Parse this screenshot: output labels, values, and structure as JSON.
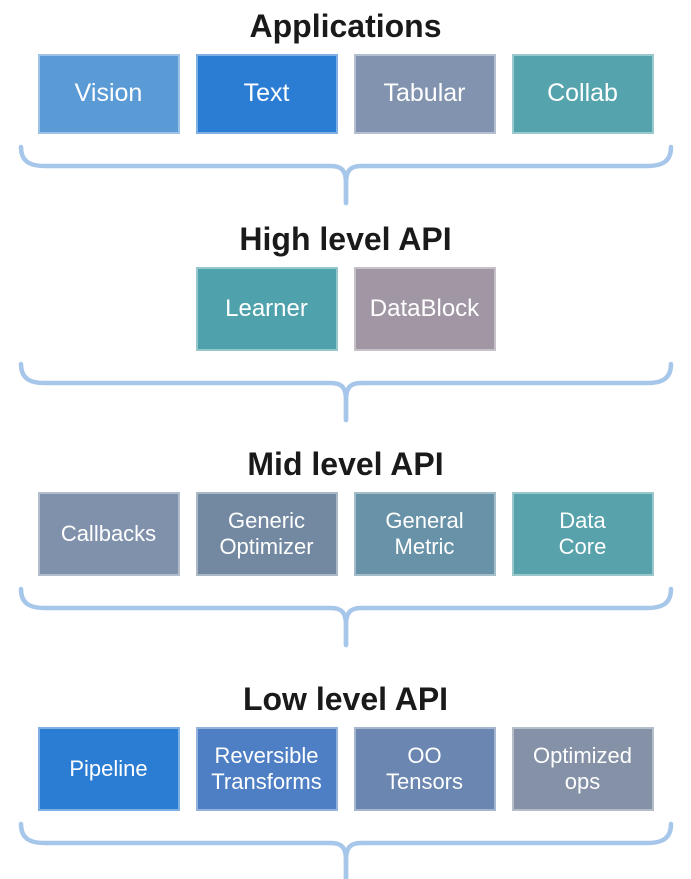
{
  "brace": {
    "color": "#A6C6EA"
  },
  "sections": [
    {
      "title": "Applications",
      "boxes": [
        {
          "label": "Vision",
          "color": "#5B9BD5"
        },
        {
          "label": "Text",
          "color": "#2B7CD3"
        },
        {
          "label": "Tabular",
          "color": "#8193AE"
        },
        {
          "label": "Collab",
          "color": "#55A3AC"
        }
      ]
    },
    {
      "title": "High level API",
      "boxes": [
        {
          "label": "Learner",
          "color": "#4FA2AB"
        },
        {
          "label": "DataBlock",
          "color": "#A096A4"
        }
      ]
    },
    {
      "title": "Mid level API",
      "boxes": [
        {
          "label": "Callbacks",
          "color": "#8091AC"
        },
        {
          "label": "Generic\nOptimizer",
          "color": "#7389A1"
        },
        {
          "label": "General\nMetric",
          "color": "#6892A7"
        },
        {
          "label": "Data\nCore",
          "color": "#57A2AB"
        }
      ]
    },
    {
      "title": "Low level API",
      "boxes": [
        {
          "label": "Pipeline",
          "color": "#2B7CD3"
        },
        {
          "label": "Reversible\nTransforms",
          "color": "#4E7FC4"
        },
        {
          "label": "OO\nTensors",
          "color": "#6B86B0"
        },
        {
          "label": "Optimized\nops",
          "color": "#8491A6"
        }
      ]
    }
  ]
}
